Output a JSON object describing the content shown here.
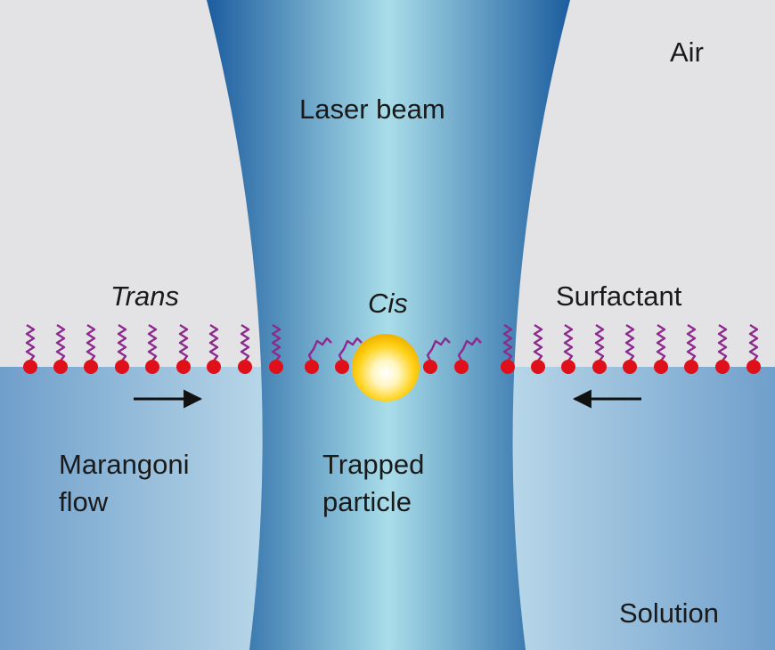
{
  "labels": {
    "air": "Air",
    "laser_beam": "Laser beam",
    "trans": "Trans",
    "cis": "Cis",
    "surfactant": "Surfactant",
    "marangoni_flow": [
      "Marangoni",
      "flow"
    ],
    "trapped_particle": [
      "Trapped",
      "particle"
    ],
    "solution": "Solution"
  },
  "colors": {
    "air": "#e3e3e6",
    "solution_dark": "#6f9fcb",
    "solution_light": "#d9f0f6",
    "beam_edge": "#1c5d9f",
    "beam_center": "#a9dde9",
    "headgroup": "#e0101b",
    "tail": "#8d2a8d",
    "particle_core": "#ffffff",
    "particle_edge": "#f2b600",
    "arrow": "#111111"
  },
  "icons": {
    "left_flow_arrow": "arrow-right-icon",
    "right_flow_arrow": "arrow-left-icon"
  }
}
